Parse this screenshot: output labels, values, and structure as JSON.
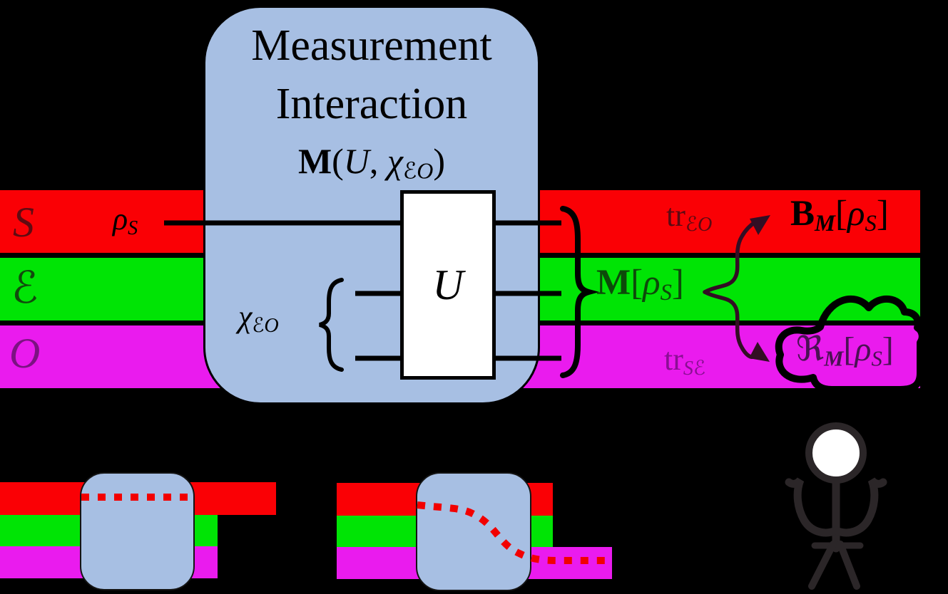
{
  "colors": {
    "background": "#000000",
    "band_red": "#fa0005",
    "band_green": "#00e405",
    "band_magenta": "#ea1bee",
    "box_blue": "#a7bfe3",
    "dotted_line_red": "#f20000",
    "label_system": "#600b12",
    "label_environment": "#114a0d",
    "label_observer": "#7c1282",
    "label_trace_se": "#8a0f93",
    "label_record": "#4b1254",
    "arrow_dark": "#330e24",
    "figure_stroke": "#2b2628"
  },
  "mbox": {
    "line1": "Measurement",
    "line2": "Interaction",
    "formula": {
      "op": "M",
      "open": "(",
      "arg1": "U",
      "sep": ", ",
      "arg2": "χ",
      "arg2_sub": "ℰO",
      "close": ")"
    }
  },
  "bands": {
    "system": {
      "label": "S"
    },
    "environment": {
      "label": "ℰ"
    },
    "observer": {
      "label": "O"
    }
  },
  "inputs": {
    "rho": {
      "base": "ρ",
      "sub": "S"
    },
    "chi": {
      "base": "χ",
      "sub": "ℰO"
    }
  },
  "gate": {
    "label": "U"
  },
  "outputs": {
    "joint": {
      "op": "M",
      "open": "[",
      "rho": "ρ",
      "sub": "S",
      "close": "]"
    },
    "trace_eo": {
      "base": "tr",
      "sub": "ℰO"
    },
    "trace_se": {
      "base": "tr",
      "sub": "Sℰ"
    },
    "backaction": {
      "op": "B",
      "op_sub": "M",
      "open": "[",
      "rho": "ρ",
      "sub": "S",
      "close": "]"
    },
    "record": {
      "op": "ℜ",
      "op_sub": "M",
      "open": "[",
      "rho": "ρ",
      "sub": "S",
      "close": "]"
    }
  }
}
